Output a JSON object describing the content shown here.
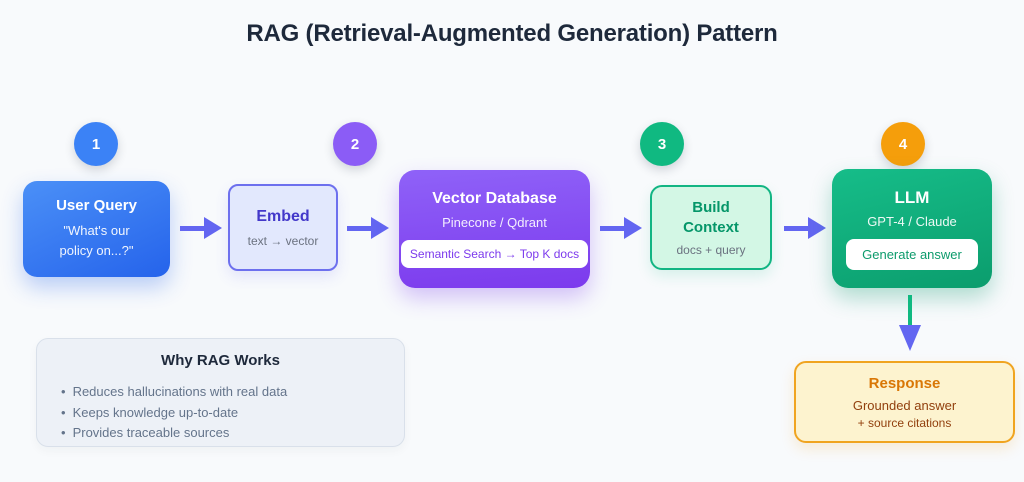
{
  "title": "RAG (Retrieval-Augmented Generation) Pattern",
  "colors": {
    "background": "#f8fafc",
    "arrow": "#6366f1",
    "down_arrow_stem": "#10b981",
    "step1": "#3b82f6",
    "step2": "#8b5cf6",
    "step3": "#10b981",
    "step4": "#f59e0b",
    "user_query_box": "#2563eb",
    "vector_db_box": "#7c3aed",
    "llm_box": "#0b9d6d",
    "response_border": "#f59e0b"
  },
  "steps": [
    {
      "number": "1"
    },
    {
      "number": "2"
    },
    {
      "number": "3"
    },
    {
      "number": "4"
    }
  ],
  "nodes": {
    "user_query": {
      "title": "User Query",
      "subtitle": "\"What's our policy on...?\""
    },
    "embed": {
      "title": "Embed",
      "subtitle": "text → vector"
    },
    "vector_db": {
      "title": "Vector Database",
      "subtitle": "Pinecone / Qdrant",
      "badge": "Semantic Search → Top K docs"
    },
    "build_context": {
      "title": "Build Context",
      "subtitle": "docs + query"
    },
    "llm": {
      "title": "LLM",
      "subtitle": "GPT-4 / Claude",
      "badge": "Generate answer"
    },
    "response": {
      "title": "Response",
      "line1": "Grounded answer",
      "line2": "+ source citations"
    }
  },
  "why_panel": {
    "title": "Why RAG Works",
    "bullet_glyph": "•",
    "bullets": [
      "Reduces hallucinations with real data",
      "Keeps knowledge up-to-date",
      "Provides traceable sources"
    ]
  }
}
